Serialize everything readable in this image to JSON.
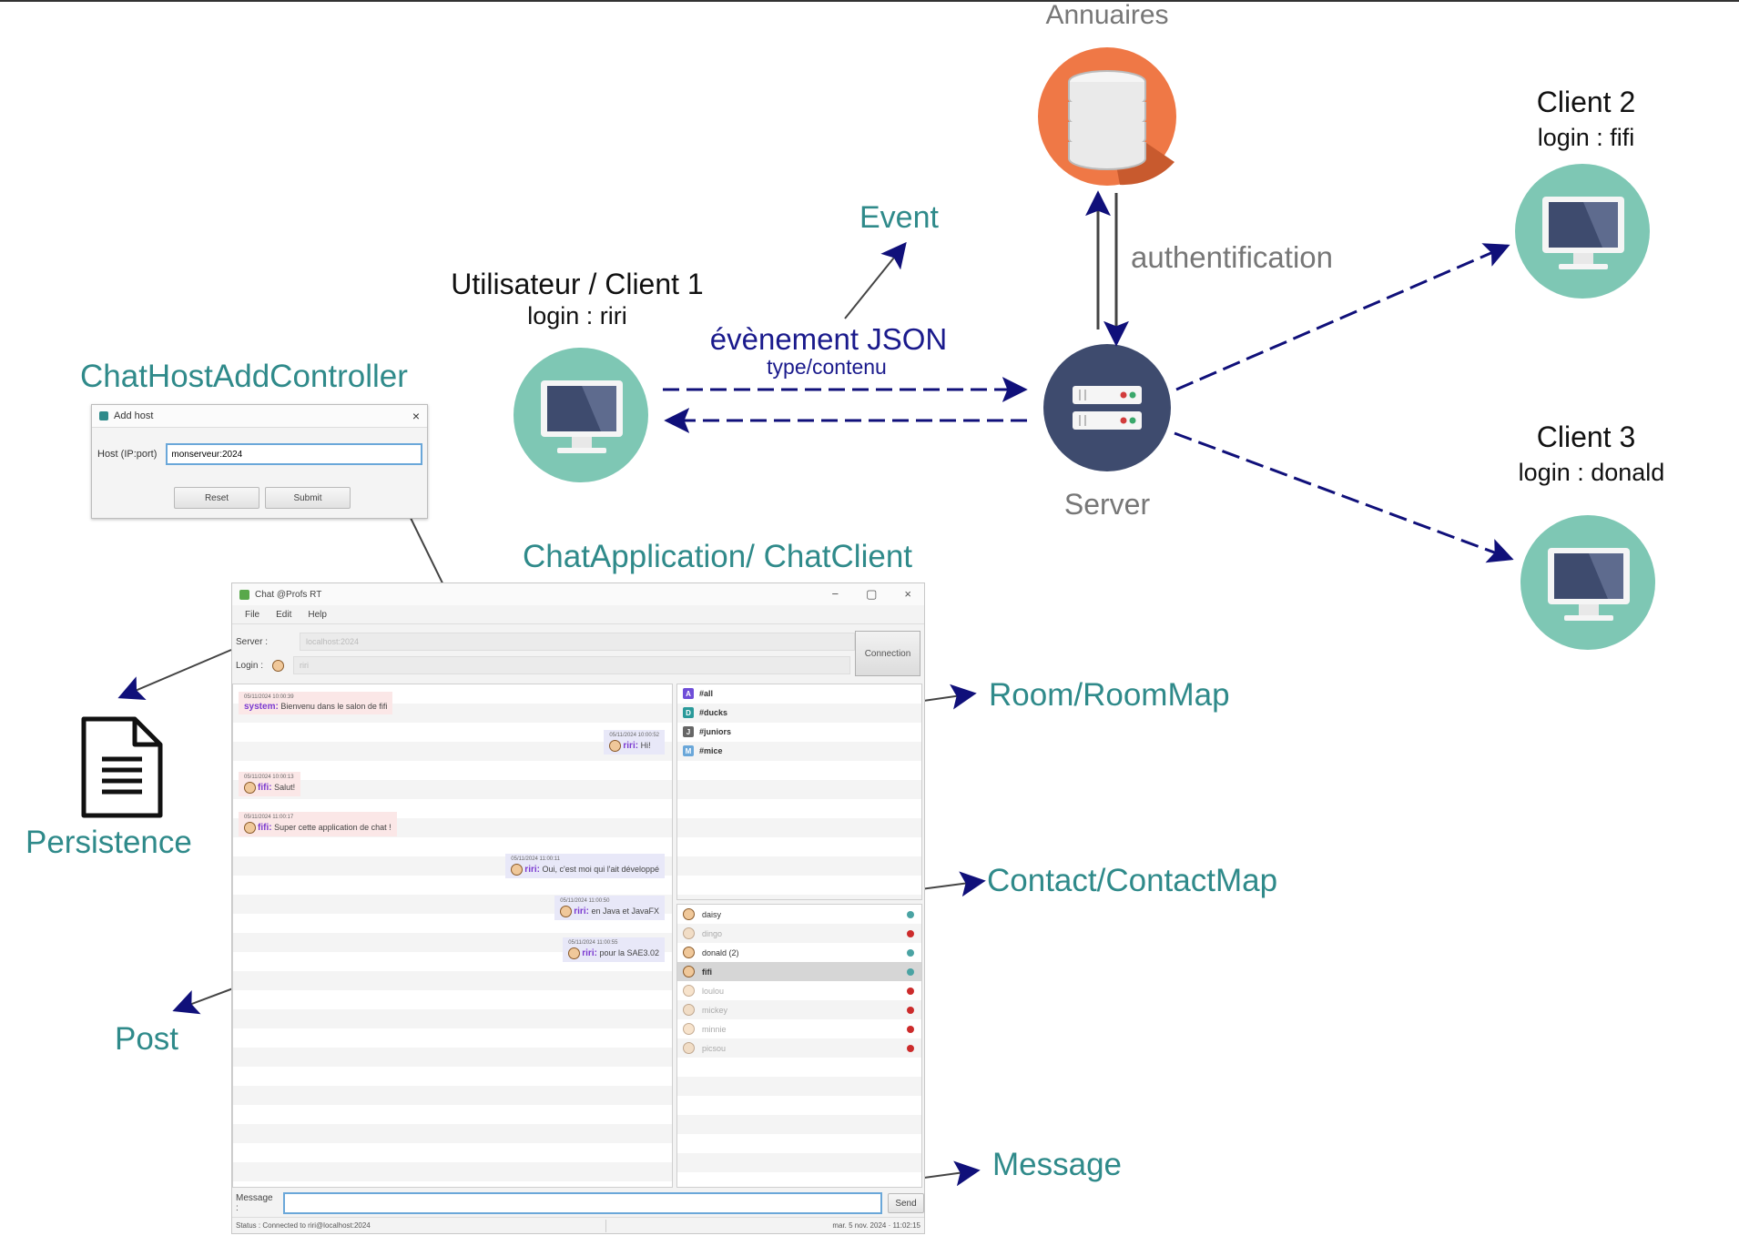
{
  "colors": {
    "teal": "#2f8a8a",
    "monitor_bg": "#7ec7b4",
    "server_bg": "#3e4b6e",
    "db_bg": "#ef7846",
    "arrow_navy": "#10107a"
  },
  "nodes": {
    "annuaires": "Annuaires",
    "client1_title": "Utilisateur / Client 1",
    "client1_login": "login : riri",
    "client2_title": "Client 2",
    "client2_login": "login : fifi",
    "client3_title": "Client 3",
    "client3_login": "login : donald",
    "server": "Server"
  },
  "edges": {
    "event": "Event",
    "authentification": "authentification",
    "json_event": "évènement JSON",
    "json_type": "type/contenu"
  },
  "components": {
    "host_controller": "ChatHostAddController",
    "chat_application": "ChatApplication/ ChatClient",
    "room": "Room/RoomMap",
    "contact": "Contact/ContactMap",
    "message": "Message",
    "persistence": "Persistence",
    "post": "Post"
  },
  "add_host_dialog": {
    "title": "Add host",
    "host_label": "Host (IP:port)",
    "host_value": "monserveur:2024",
    "reset": "Reset",
    "submit": "Submit",
    "close": "×"
  },
  "chat_window": {
    "title": "Chat @Profs RT",
    "controls": [
      "−",
      "▢",
      "×"
    ],
    "menu": [
      "File",
      "Edit",
      "Help"
    ],
    "server_label": "Server :",
    "server_value": "localhost:2024",
    "login_label": "Login :",
    "login_value": "riri",
    "connect_button": "Connection",
    "posts": [
      {
        "ts": "05/11/2024 10:00:39",
        "author": "system:",
        "text": "Bienvenu dans le salon de fifi",
        "side": "left"
      },
      {
        "ts": "05/11/2024 10:00:52",
        "author": "riri:",
        "text": "Hi!",
        "side": "right"
      },
      {
        "ts": "05/11/2024 10:00:13",
        "author": "fifi:",
        "text": "Salut!",
        "side": "left"
      },
      {
        "ts": "05/11/2024 11:00:17",
        "author": "fifi:",
        "text": "Super cette application de chat !",
        "side": "left"
      },
      {
        "ts": "05/11/2024 11:00:11",
        "author": "riri:",
        "text": "Oui, c'est moi qui l'ait développé",
        "side": "right"
      },
      {
        "ts": "05/11/2024 11:00:50",
        "author": "riri:",
        "text": "en Java et JavaFX",
        "side": "right"
      },
      {
        "ts": "05/11/2024 11:00:55",
        "author": "riri:",
        "text": "pour la SAE3.02",
        "side": "right"
      }
    ],
    "rooms": [
      {
        "letter": "A",
        "name": "#all",
        "color": "#6f4ed8"
      },
      {
        "letter": "D",
        "name": "#ducks",
        "color": "#2a9a9a"
      },
      {
        "letter": "J",
        "name": "#juniors",
        "color": "#666666"
      },
      {
        "letter": "M",
        "name": "#mice",
        "color": "#6aa7d9"
      }
    ],
    "contacts": [
      {
        "name": "daisy",
        "status": "#4aa3a3",
        "muted": false
      },
      {
        "name": "dingo",
        "status": "#cc2b2b",
        "muted": true
      },
      {
        "name": "donald (2)",
        "status": "#4aa3a3",
        "muted": false
      },
      {
        "name": "fifi",
        "status": "#4aa3a3",
        "muted": false,
        "selected": true
      },
      {
        "name": "loulou",
        "status": "#cc2b2b",
        "muted": true
      },
      {
        "name": "mickey",
        "status": "#cc2b2b",
        "muted": true
      },
      {
        "name": "minnie",
        "status": "#cc2b2b",
        "muted": true
      },
      {
        "name": "picsou",
        "status": "#cc2b2b",
        "muted": true
      }
    ],
    "message_label": "Message :",
    "send_button": "Send",
    "status_text": "Status : Connected to riri@localhost:2024",
    "datetime": "mar. 5 nov. 2024 · 11:02:15"
  }
}
